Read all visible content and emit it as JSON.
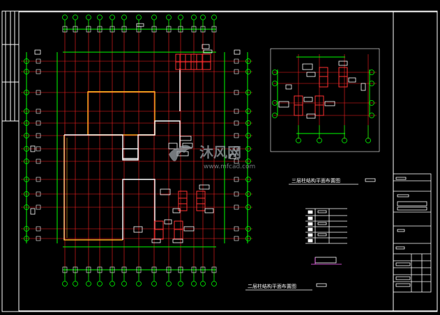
{
  "drawing": {
    "title_second_floor": "二层柱结构平面布置图",
    "title_third_floor": "三层柱结构平面布置图"
  },
  "watermark": {
    "brand": "沐风网",
    "url": "www.mfcad.com"
  },
  "colors": {
    "background": "#000000",
    "frame": "#ffffff",
    "axis": "#ff2020",
    "dimension": "#00ff00",
    "wall": "#ffffff",
    "wall_yellow": "#ffb020",
    "column": "#ff3030"
  }
}
